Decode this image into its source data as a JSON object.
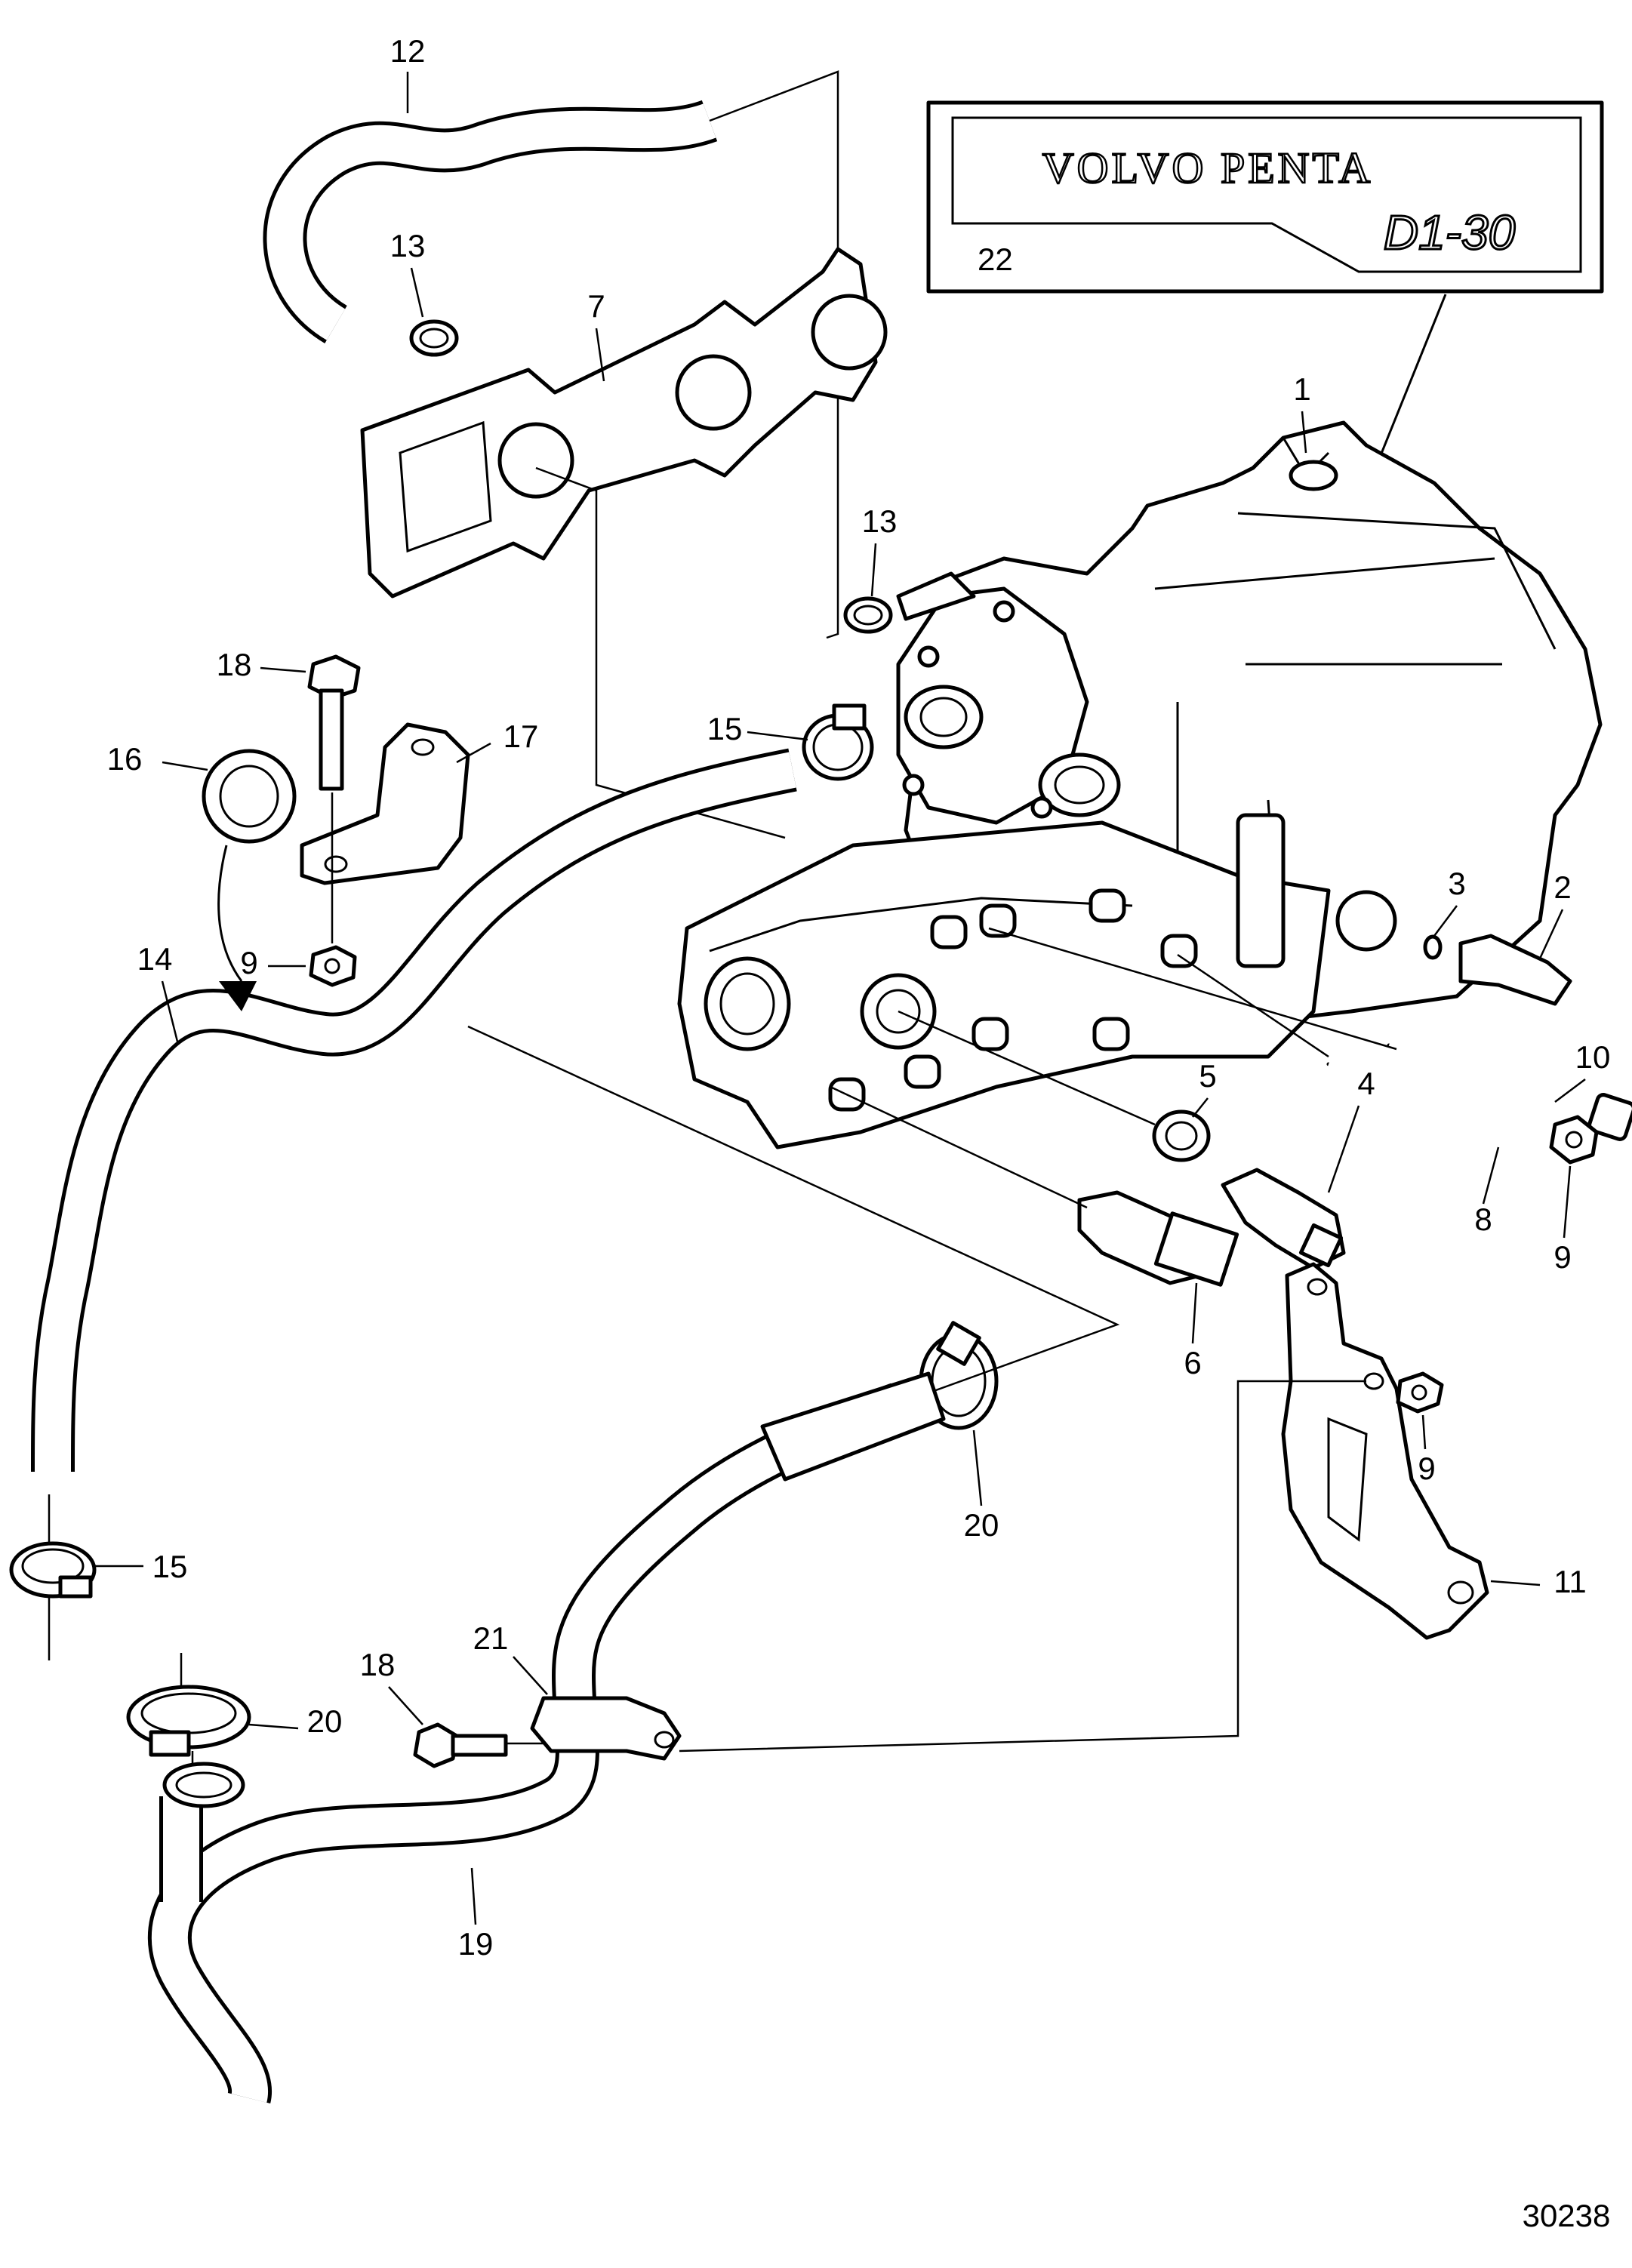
{
  "callouts": {
    "c1": "1",
    "c2": "2",
    "c3": "3",
    "c4": "4",
    "c5": "5",
    "c6": "6",
    "c7": "7",
    "c8": "8",
    "c9a": "9",
    "c9b": "9",
    "c9c": "9",
    "c10": "10",
    "c11": "11",
    "c12": "12",
    "c13a": "13",
    "c13b": "13",
    "c14": "14",
    "c15a": "15",
    "c15b": "15",
    "c16": "16",
    "c17": "17",
    "c18a": "18",
    "c18b": "18",
    "c19": "19",
    "c20a": "20",
    "c20b": "20",
    "c21": "21",
    "c22": "22"
  },
  "nameplate": {
    "brand": "VOLVO PENTA",
    "model": "D1-30"
  },
  "figure_number": "30238"
}
